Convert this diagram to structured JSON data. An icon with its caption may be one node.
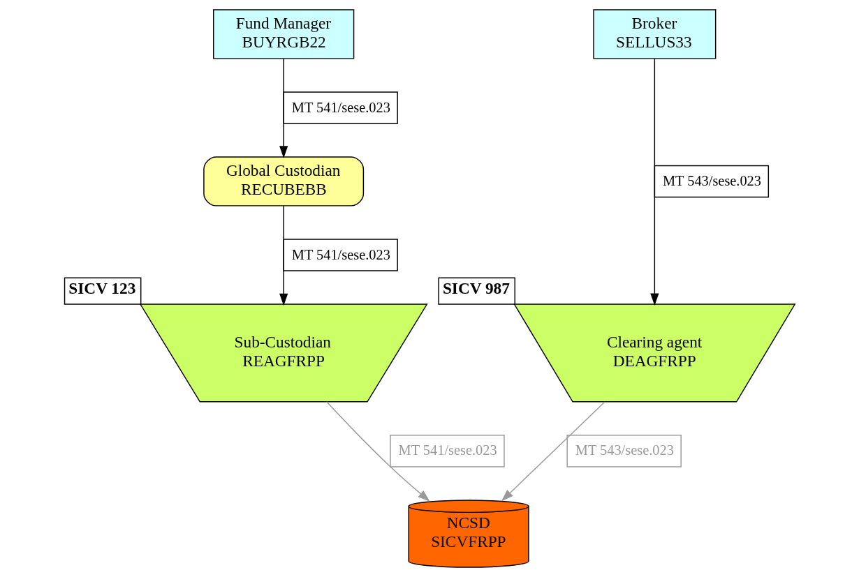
{
  "diagram": {
    "nodes": [
      {
        "text": [
          "Fund Manager",
          "BUYRGB22"
        ]
      },
      {
        "text": [
          "Broker",
          "SELLUS33"
        ]
      },
      {
        "text": [
          "Global Custodian",
          "RECUBEBB"
        ]
      },
      {
        "text": [
          "Sub-Custodian",
          "REAGFRPP"
        ],
        "beside": [
          "SICV 123"
        ]
      },
      {
        "text": [
          "Clearing agent",
          "DEAGFRPP"
        ],
        "beside": [
          "SICV 987"
        ]
      },
      {
        "text": [
          "NCSD",
          "SICVFRPP"
        ]
      }
    ],
    "edges": [
      {
        "from": 0,
        "to": 2,
        "arrow": "to",
        "label": "MT 541/sese.023"
      },
      {
        "from": 2,
        "to": 3,
        "arrow": "to",
        "label": "MT 541/sese.023"
      },
      {
        "from": 1,
        "to": 4,
        "arrow": "to",
        "label": "MT 543/sese.023"
      },
      {
        "from": 3,
        "to": 5,
        "arrow": "to",
        "label": "MT 541/sese.023",
        "color": "#999999"
      },
      {
        "from": 4,
        "to": 5,
        "arrow": "to",
        "label": "MT 543/sese.023",
        "color": "#999999"
      }
    ]
  }
}
